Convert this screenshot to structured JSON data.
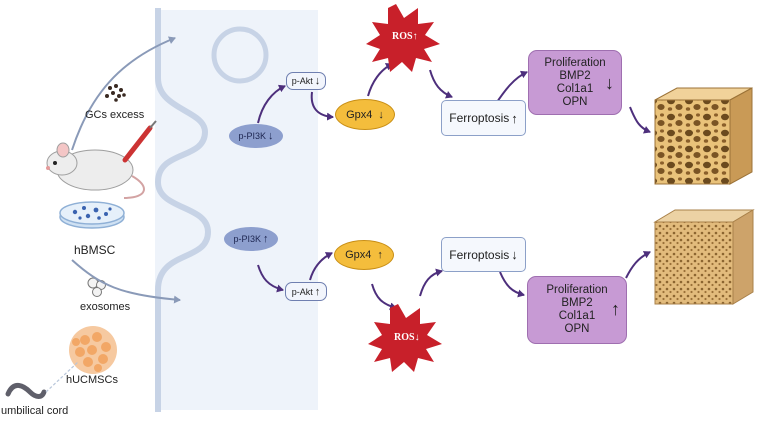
{
  "labels": {
    "gcs_excess": "GCs excess",
    "hbmsc": "hBMSC",
    "exosomes": "exosomes",
    "hucmscs": "hUCMSCs",
    "umbilical_cord": "umbilical cord"
  },
  "top_pathway": {
    "p_akt": "p-Akt",
    "p_akt_dir": "↓",
    "p_pi3k": "p-PI3K",
    "p_pi3k_dir": "↓",
    "gpx4": "Gpx4",
    "gpx4_dir": "↓",
    "ros": "ROS",
    "ros_dir": "↑",
    "ferroptosis": "Ferroptosis",
    "ferroptosis_dir": "↑",
    "outcomes": [
      "Proliferation",
      "BMP2",
      "Col1a1",
      "OPN"
    ],
    "outcomes_dir": "↓"
  },
  "bottom_pathway": {
    "p_pi3k": "p-PI3K",
    "p_pi3k_dir": "↑",
    "p_akt": "p-Akt",
    "p_akt_dir": "↑",
    "gpx4": "Gpx4",
    "gpx4_dir": "↑",
    "ros": "ROS",
    "ros_dir": "↓",
    "ferroptosis": "Ferroptosis",
    "ferroptosis_dir": "↓",
    "outcomes": [
      "Proliferation",
      "BMP2",
      "Col1a1",
      "OPN"
    ],
    "outcomes_dir": "↑"
  },
  "colors": {
    "membrane_bg": "#eef3fa",
    "membrane_line": "#c7d3e6",
    "arrow": "#4d2f7c",
    "ros": "#c8202a",
    "gpx4": "#f4bd3c",
    "pi3k": "#8d9fce",
    "proliferation_box": "#c79ad4",
    "bone": "#d9ad6c"
  }
}
